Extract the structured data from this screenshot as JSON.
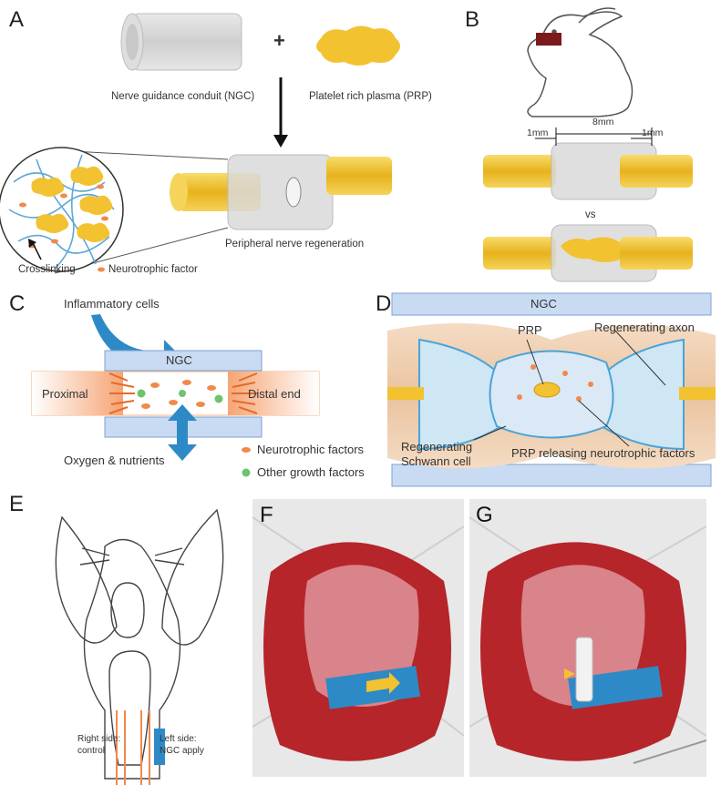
{
  "panels": {
    "A": {
      "letter": "A",
      "plus_sign": "+",
      "ngc_label": "Nerve guidance conduit (NGC)",
      "prp_label": "Platelet rich plasma (PRP)",
      "regeneration_label": "Peripheral nerve regeneration",
      "crosslinking_label": "Crosslinking",
      "legend_dot_label": "Neurotrophic factor"
    },
    "B": {
      "letter": "B",
      "gap_label": "8mm",
      "left_overlap_label": "1mm",
      "right_overlap_label": "1mm",
      "vs_label": "vs"
    },
    "C": {
      "letter": "C",
      "inflammatory_label": "Inflammatory cells",
      "ngc_label": "NGC",
      "proximal_label": "Proximal",
      "distal_label": "Distal end",
      "oxygen_label": "Oxygen & nutrients",
      "legend": [
        {
          "label": "Neurotrophic factors",
          "color": "#f08a4b"
        },
        {
          "label": "Other growth factors",
          "color": "#6cc46c"
        }
      ]
    },
    "D": {
      "letter": "D",
      "ngc_label": "NGC",
      "prp_label": "PRP",
      "axon_label": "Regenerating axon",
      "schwann_label_line1": "Regenerating",
      "schwann_label_line2": "Schwann cell",
      "releasing_label": "PRP releasing neurotrophic factors"
    },
    "E": {
      "letter": "E",
      "right_side_line1": "Right side:",
      "right_side_line2": "control",
      "left_side_line1": "Left side:",
      "left_side_line2": "NGC apply"
    },
    "F": {
      "letter": "F"
    },
    "G": {
      "letter": "G"
    }
  },
  "colors": {
    "nerve_yellow": "#f2c230",
    "ngc_blue": "#bcd3f0",
    "arrow_blue": "#2e8ac7",
    "tissue_red": "#b5252a",
    "accent_orange": "#f08a4b"
  }
}
